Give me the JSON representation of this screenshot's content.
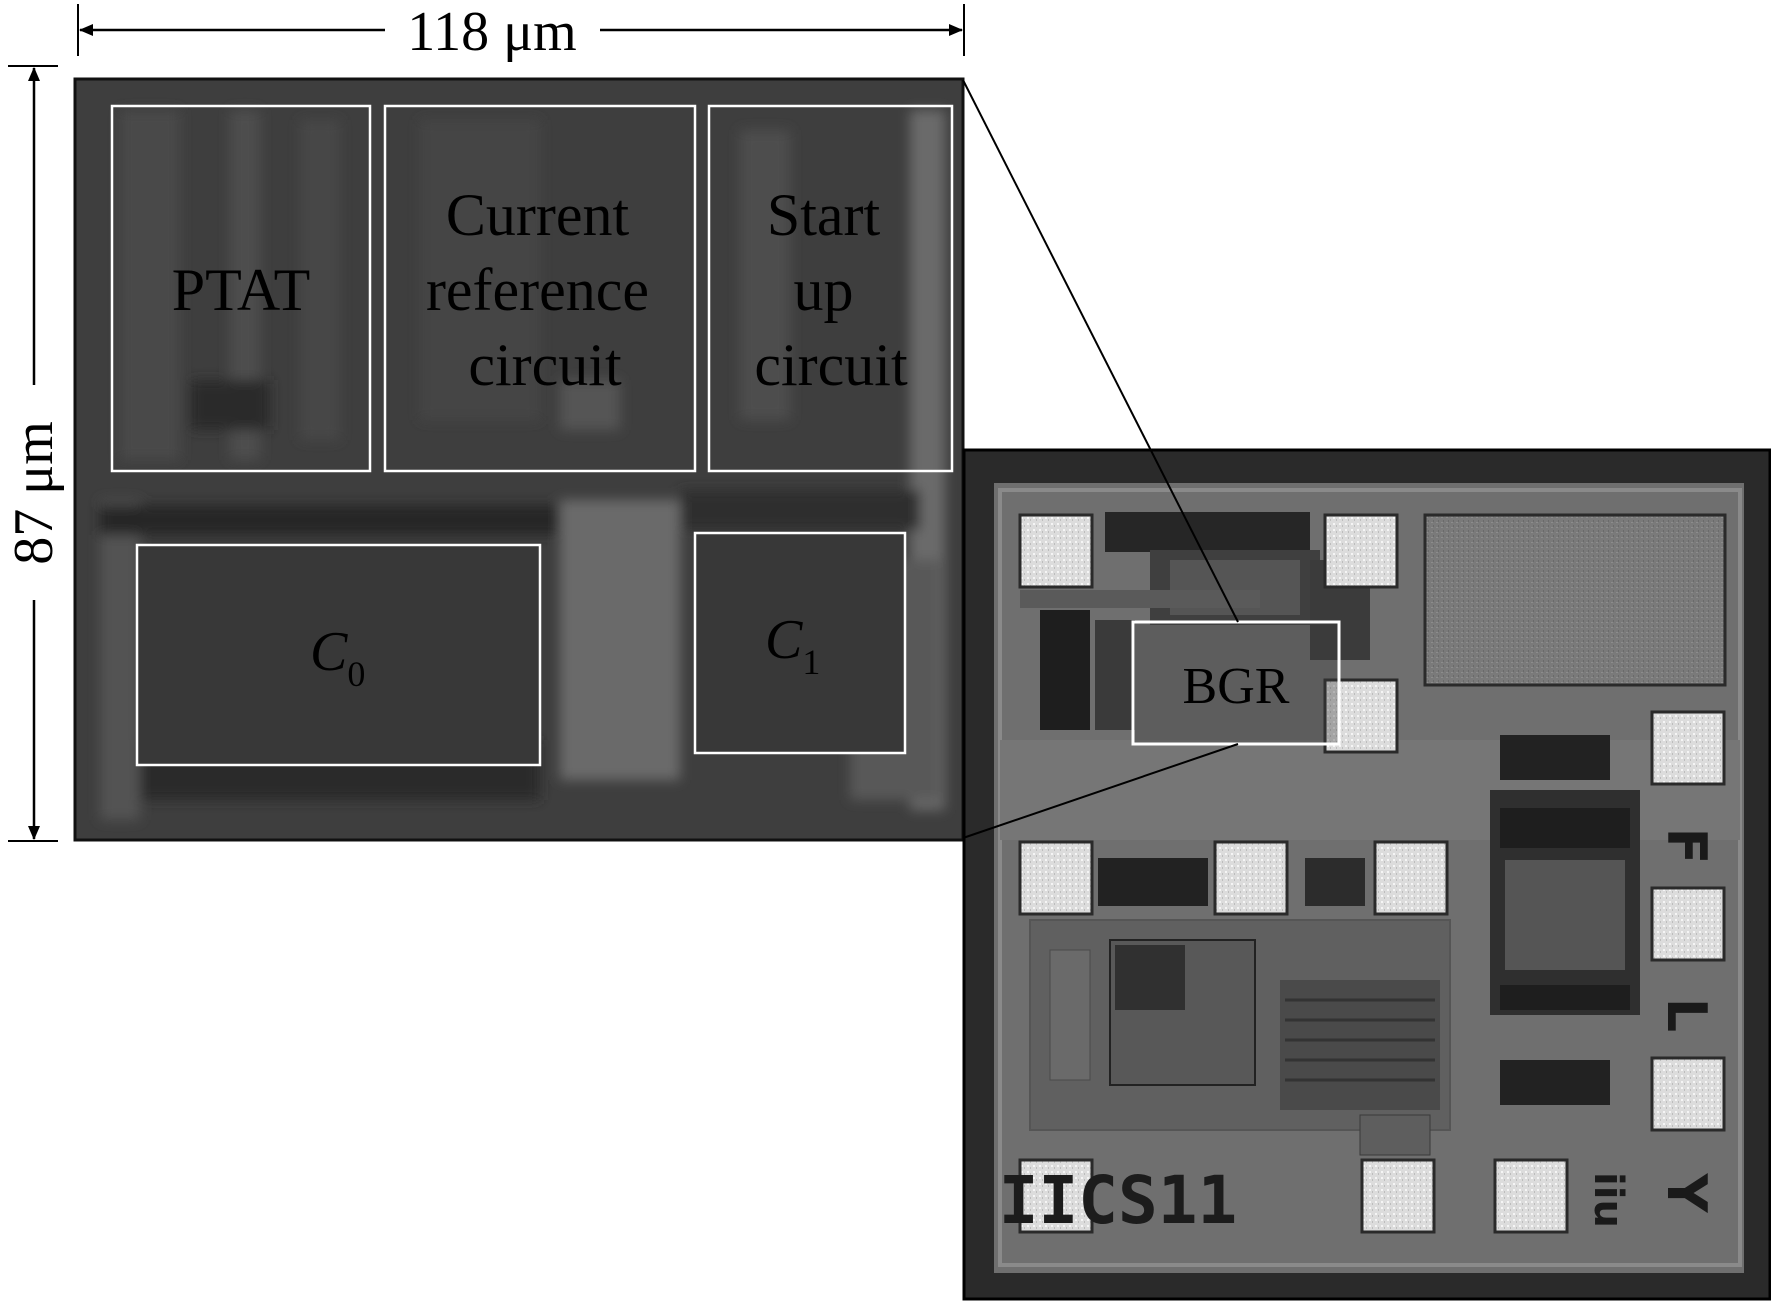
{
  "dimensions": {
    "width_label": "118 μm",
    "height_label": "87 μm"
  },
  "zoom_blocks": {
    "ptat": "PTAT",
    "current_reference": [
      "Current",
      "reference",
      "circuit"
    ],
    "start_up": [
      "Start",
      "up",
      "circuit"
    ],
    "c0": {
      "symbol": "C",
      "subscript": "0"
    },
    "c1": {
      "symbol": "C",
      "subscript": "1"
    }
  },
  "die": {
    "bgr_label": "BGR",
    "chip_marking": "IICS11",
    "pin_letters": [
      "F",
      "L",
      "Y"
    ],
    "logo_text": "iiu"
  },
  "colors": {
    "zoom_bg": "#3e3e3e",
    "die_bg": "#6f6f6f",
    "pad": "#e6e6e6",
    "box_stroke": "#ffffff"
  }
}
